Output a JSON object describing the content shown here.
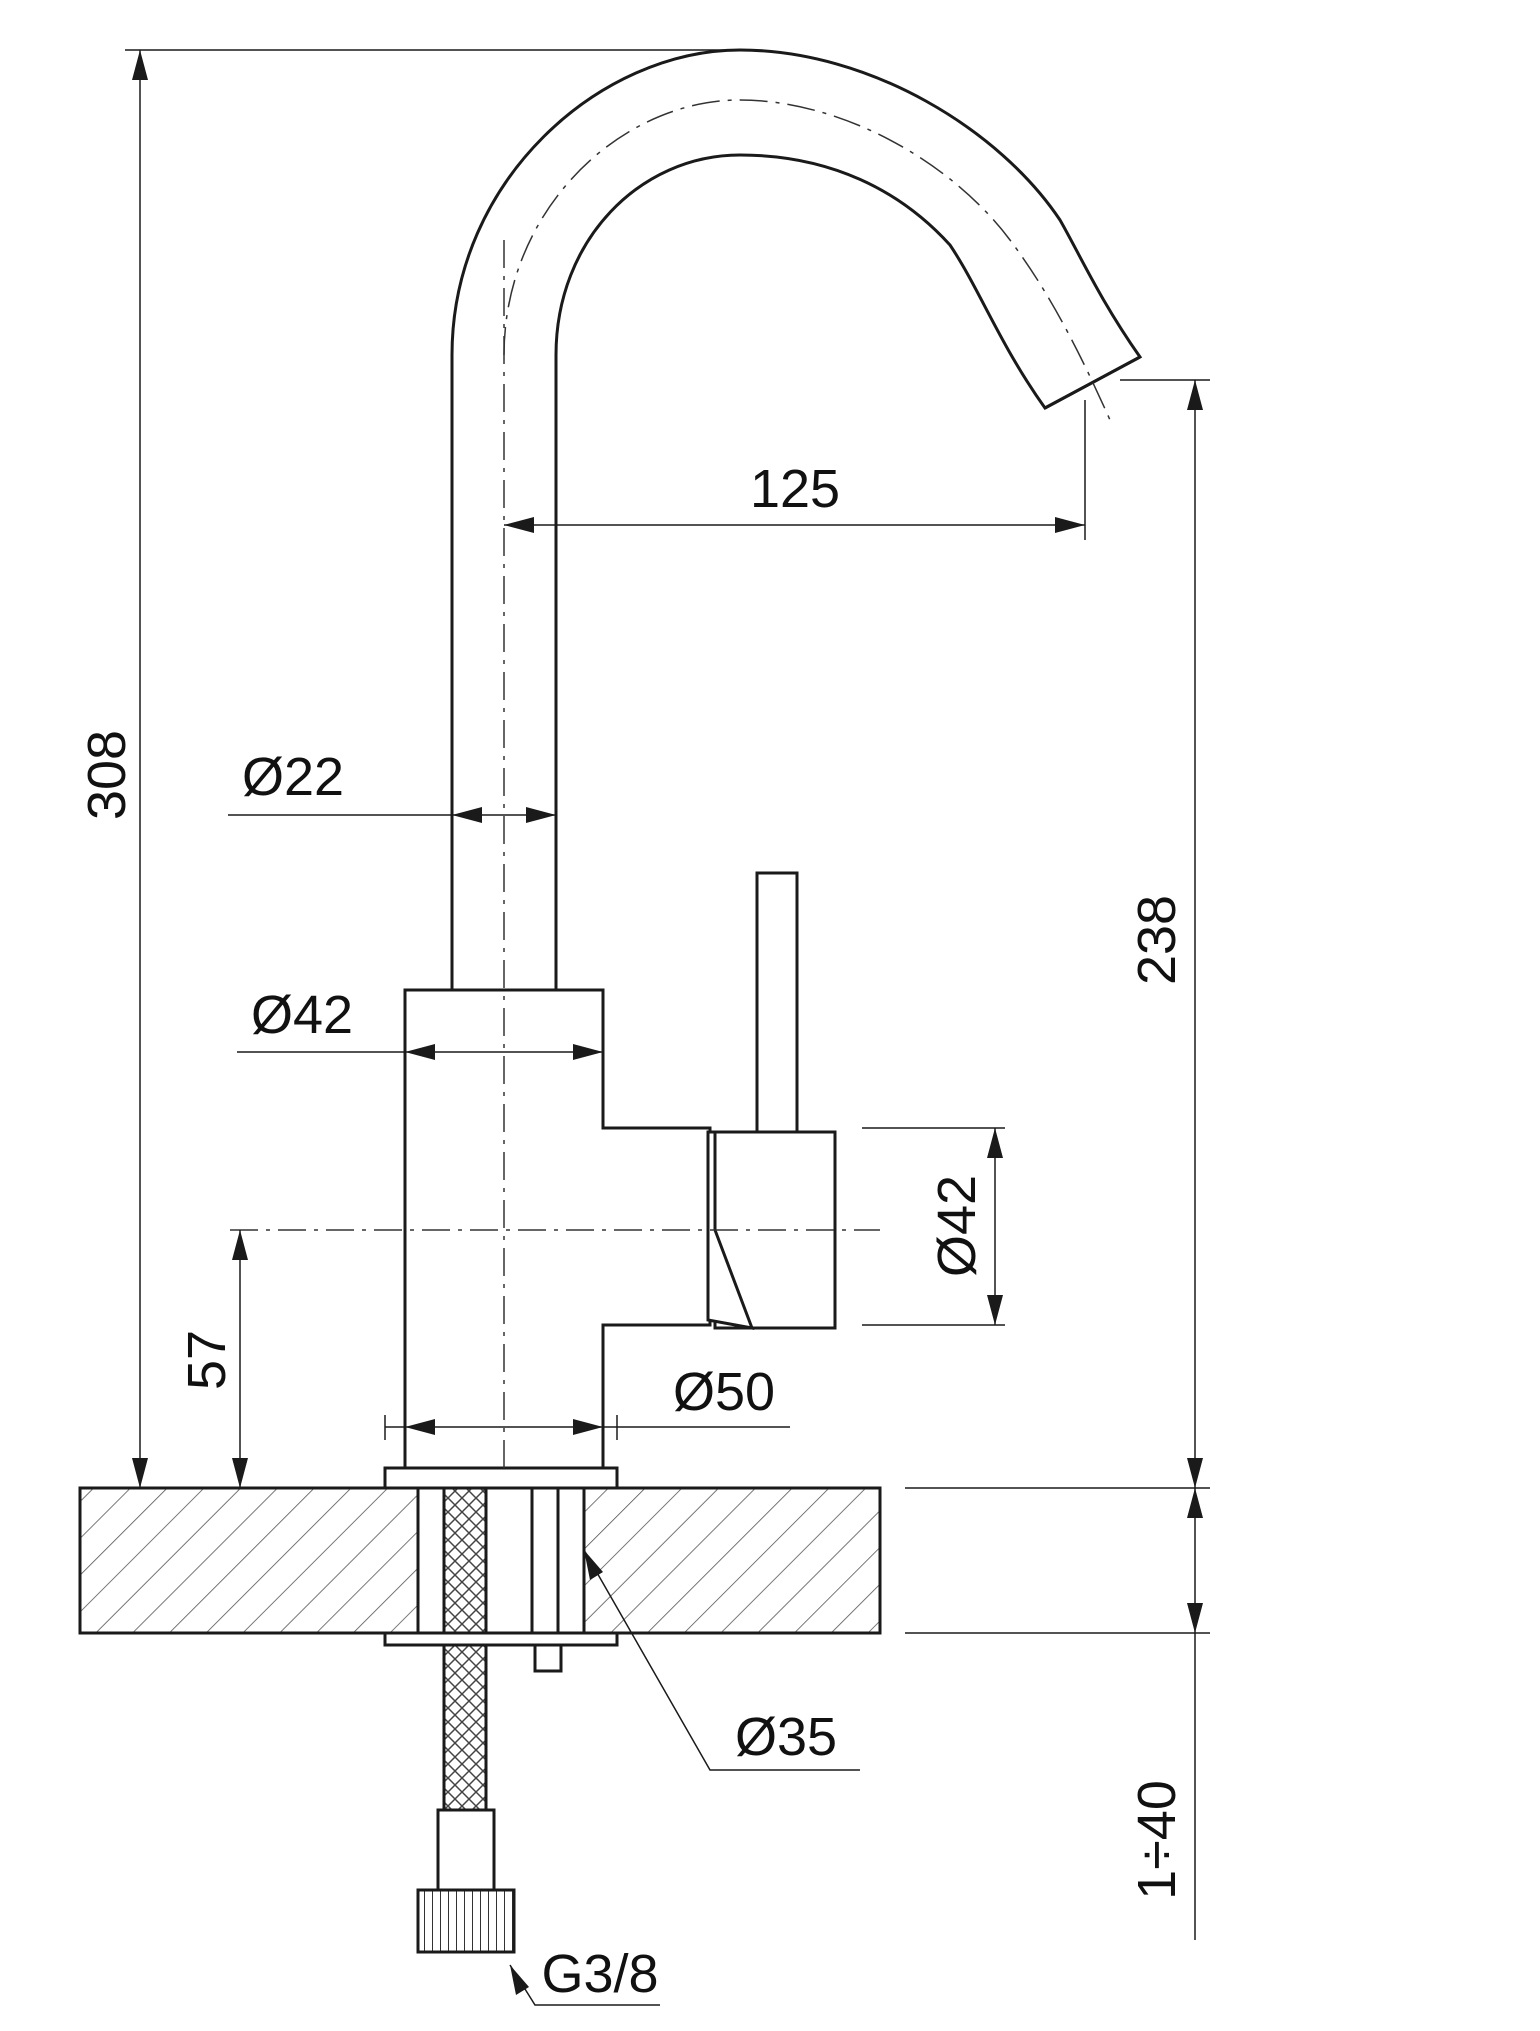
{
  "dimensions": {
    "overall_height": "308",
    "spout_reach": "125",
    "spout_diameter": "Ø22",
    "body_diameter": "Ø42",
    "lever_diameter": "Ø42",
    "lever_height": "57",
    "base_diameter": "Ø50",
    "spout_outlet_height": "238",
    "hole_diameter": "Ø35",
    "countertop_thickness": "1÷40",
    "connection_thread": "G3/8"
  },
  "colors": {
    "line": "#1a1a1a",
    "background": "#ffffff"
  }
}
